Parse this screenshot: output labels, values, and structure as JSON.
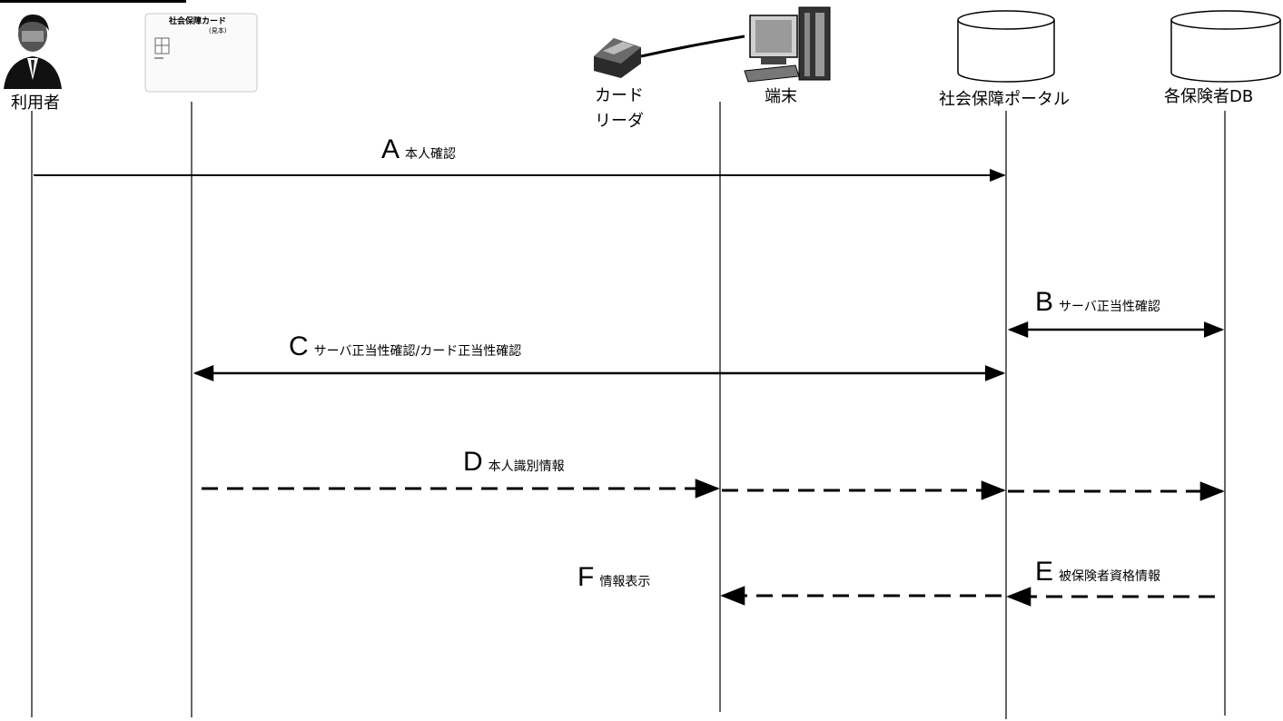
{
  "actors": {
    "user": "利用者",
    "card_title": "社会保障カード",
    "card_sub": "(見本)",
    "reader_line1": "カード",
    "reader_line2": "リーダ",
    "terminal": "端末",
    "portal": "社会保障ポータル",
    "insurer_db": "各保険者DB"
  },
  "messages": {
    "A": {
      "key": "A",
      "text": "本人確認"
    },
    "B": {
      "key": "B",
      "text": "サーバ正当性確認"
    },
    "C": {
      "key": "C",
      "text": "サーバ正当性確認/カード正当性確認"
    },
    "D": {
      "key": "D",
      "text": "本人識別情報"
    },
    "E": {
      "key": "E",
      "text": "被保険者資格情報"
    },
    "F": {
      "key": "F",
      "text": "情報表示"
    }
  }
}
